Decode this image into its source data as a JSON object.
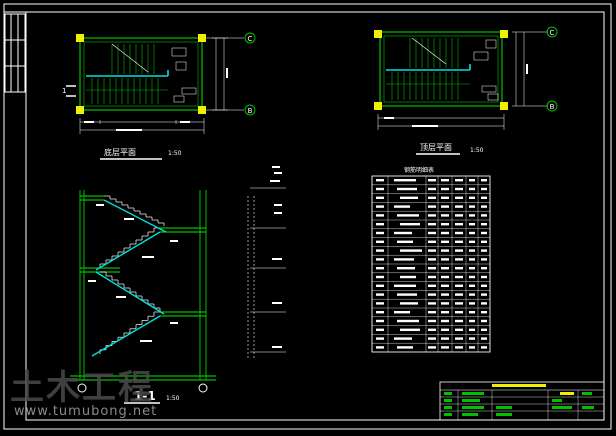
{
  "drawing": {
    "plan_left_title": "底层平面",
    "plan_right_title": "顶层平面",
    "plan_scale": "1:50",
    "section_title": "1-1",
    "section_scale": "1:50",
    "schedule_title": "钢筋明细表",
    "axis_marks": [
      "C",
      "B"
    ],
    "section_mark": "1"
  },
  "watermark": {
    "brand": "土木工程",
    "url": "www.tumubong.net"
  },
  "colors": {
    "background": "#000000",
    "frame": "#ffffff",
    "green": "#00c000",
    "cyan": "#00e0e0",
    "yellow": "#f0f000"
  }
}
